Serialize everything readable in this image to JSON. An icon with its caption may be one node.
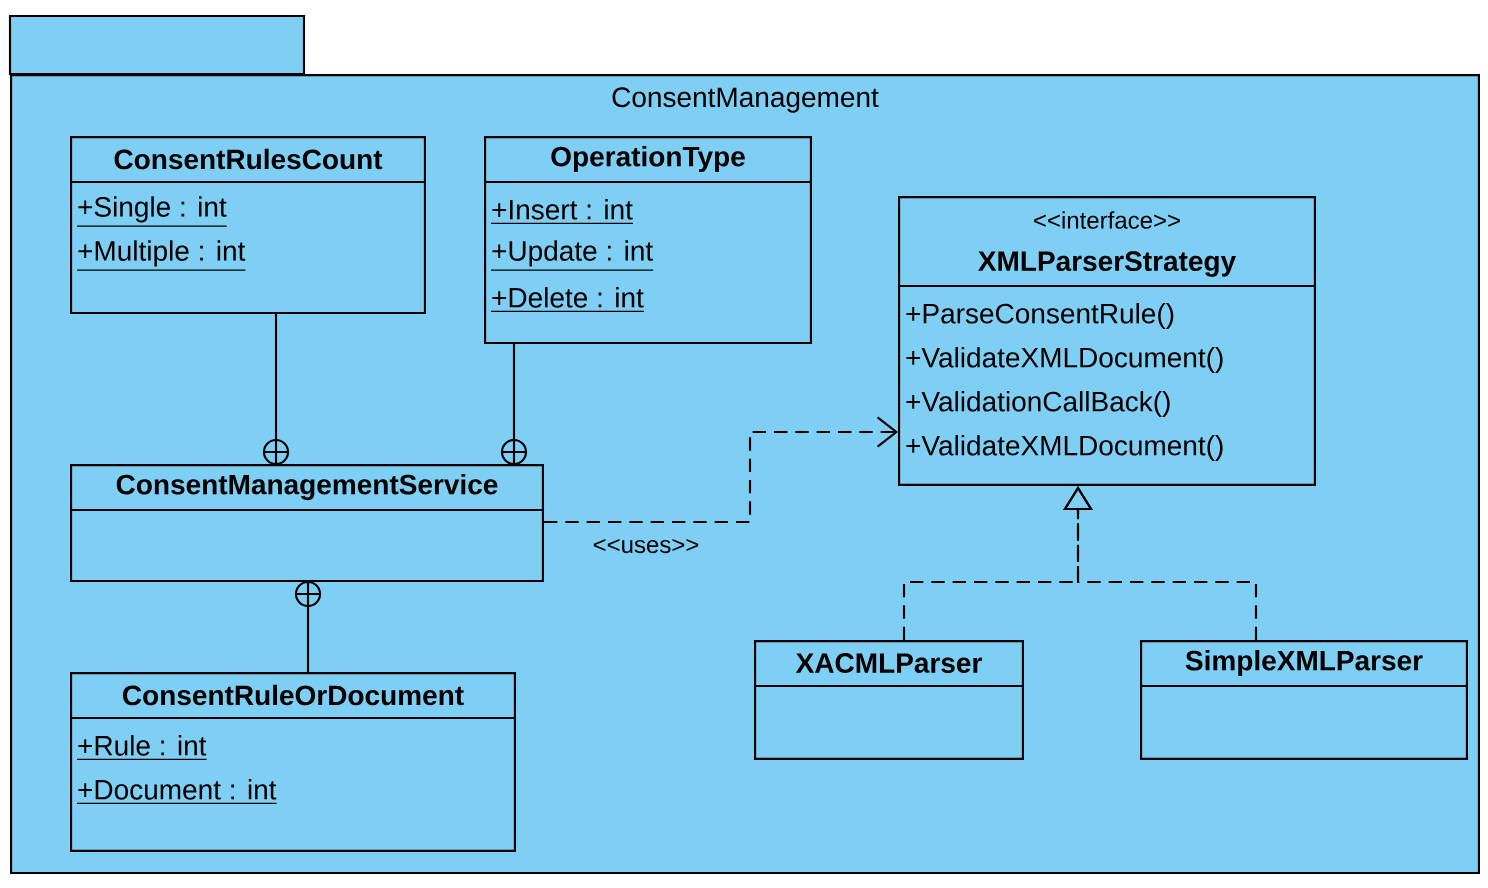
{
  "diagram": {
    "nodes": [
      {
        "text": [
          "ConsentManagement"
        ]
      },
      {
        "text": [
          "ConsentRulesCount",
          "+Single : int",
          "+Multiple : int"
        ],
        "in": 0
      },
      {
        "text": [
          "OperationType",
          "+Insert : int",
          "+Update : int",
          "+Delete : int"
        ],
        "in": 0
      },
      {
        "text": [
          "<<interface>>",
          "XMLParserStrategy",
          "+ParseConsentRule()",
          "+ValidateXMLDocument()",
          "+ValidationCallBack()",
          "+ValidateXMLDocument()"
        ],
        "in": 0
      },
      {
        "text": [
          "ConsentManagementService"
        ],
        "in": 0
      },
      {
        "text": [
          "ConsentRuleOrDocument",
          "+Rule : int",
          "+Document : int"
        ],
        "in": 0
      },
      {
        "text": [
          "XACMLParser"
        ],
        "in": 0
      },
      {
        "text": [
          "SimpleXMLParser"
        ],
        "in": 0
      }
    ],
    "edges": [
      {
        "from": 1,
        "to": 4,
        "arrow": "other"
      },
      {
        "from": 2,
        "to": 4,
        "arrow": "other"
      },
      {
        "from": 5,
        "to": 4,
        "arrow": "other"
      },
      {
        "from": 4,
        "to": 3,
        "arrow": "to",
        "style": "dashed",
        "label": "<<uses>>"
      },
      {
        "from": 6,
        "to": 3,
        "arrow": "to",
        "style": "dashed"
      },
      {
        "from": 7,
        "to": 3,
        "arrow": "to",
        "style": "dashed"
      }
    ]
  }
}
